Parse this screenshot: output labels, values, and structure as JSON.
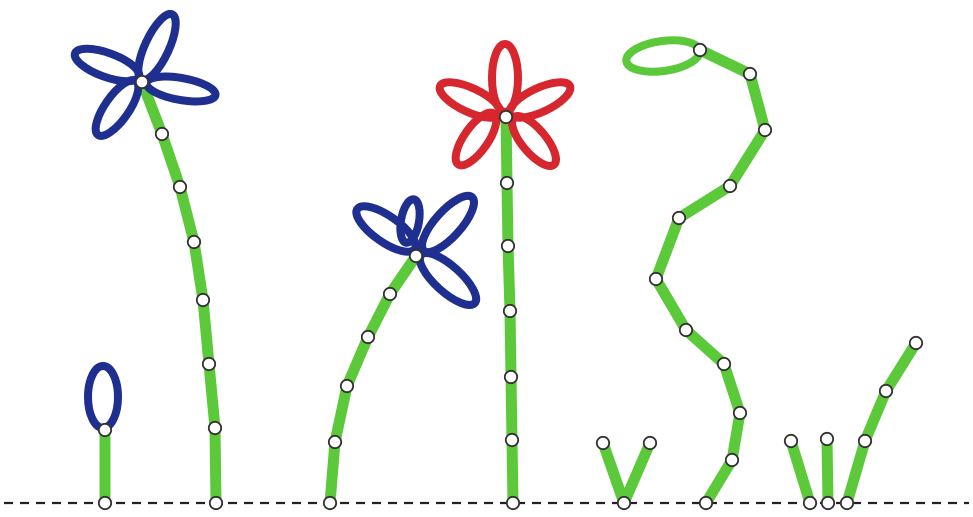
{
  "colors": {
    "background": "#ffffff",
    "stem": "#5cc93a",
    "petal_blue": "#1e2f8f",
    "petal_red": "#d6262e",
    "petal_green": "#5cc93a",
    "joint_fill": "#ffffff",
    "joint_stroke": "#333333",
    "ground": "#222222"
  },
  "plants": [
    {
      "name": "bud-plant",
      "kind": "single-petal",
      "petal_color": "blue"
    },
    {
      "name": "tall-blue-flower",
      "kind": "four-petal",
      "petal_color": "blue"
    },
    {
      "name": "leaning-blue-flower",
      "kind": "four-petal",
      "petal_color": "blue"
    },
    {
      "name": "red-flower",
      "kind": "five-petal",
      "petal_color": "red"
    },
    {
      "name": "v-sprout",
      "kind": "sprout"
    },
    {
      "name": "winding-vine",
      "kind": "leaf-tip",
      "petal_color": "green"
    },
    {
      "name": "sprout-cluster",
      "kind": "sprout"
    }
  ]
}
